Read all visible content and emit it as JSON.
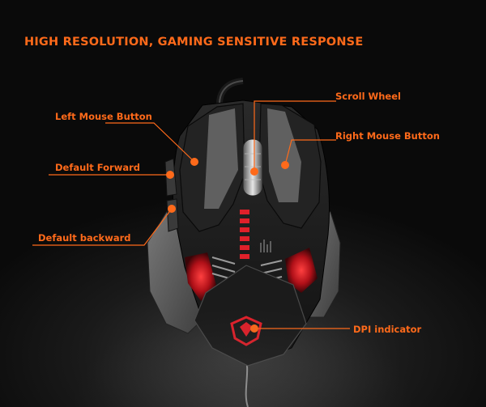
{
  "headline": "HIGH RESOLUTION, GAMING SENSITIVE RESPONSE",
  "labels": {
    "left_mouse_button": "Left Mouse Button",
    "default_forward": "Default Forward",
    "default_backward": "Default backward",
    "scroll_wheel": "Scroll Wheel",
    "right_mouse_button": "Right Mouse Button",
    "dpi_indicator": "DPI indicator"
  },
  "colors": {
    "accent": "#ff6a1a",
    "glow_red": "#e0202a",
    "body_dark": "#1c1c1c",
    "body_grey": "#6a6a6a"
  }
}
